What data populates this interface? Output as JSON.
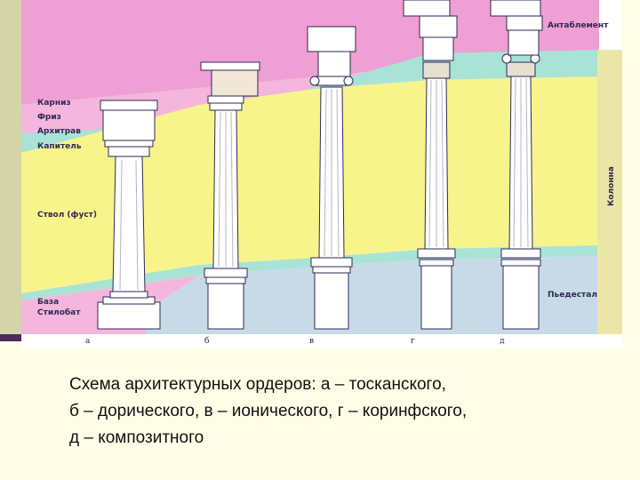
{
  "diagram": {
    "labels": {
      "cornice": "Карниз",
      "frieze": "Фриз",
      "architrave": "Архитрав",
      "capital": "Капитель",
      "shaft": "Ствол (фуст)",
      "base": "База",
      "stylobate": "Стилобат",
      "entablature": "Антаблемент",
      "column": "Колонна",
      "pedestal": "Пьедестал"
    },
    "letters": [
      "а",
      "б",
      "в",
      "г",
      "д"
    ]
  },
  "caption": {
    "line1": "Схема архитектурных ордеров: а – тосканского,",
    "line2": " б – дорического, в – ионического, г – коринфского,",
    "line3": "д – композитного"
  },
  "colors": {
    "entablature_zone": "#ee9fd3",
    "capital_zone": "#a9e3d6",
    "column_zone": "#f8f48c",
    "pedestal_zone": "#c8d9e8",
    "stylobate_zone": "#f4b6dc",
    "outline": "#2f2a55"
  }
}
